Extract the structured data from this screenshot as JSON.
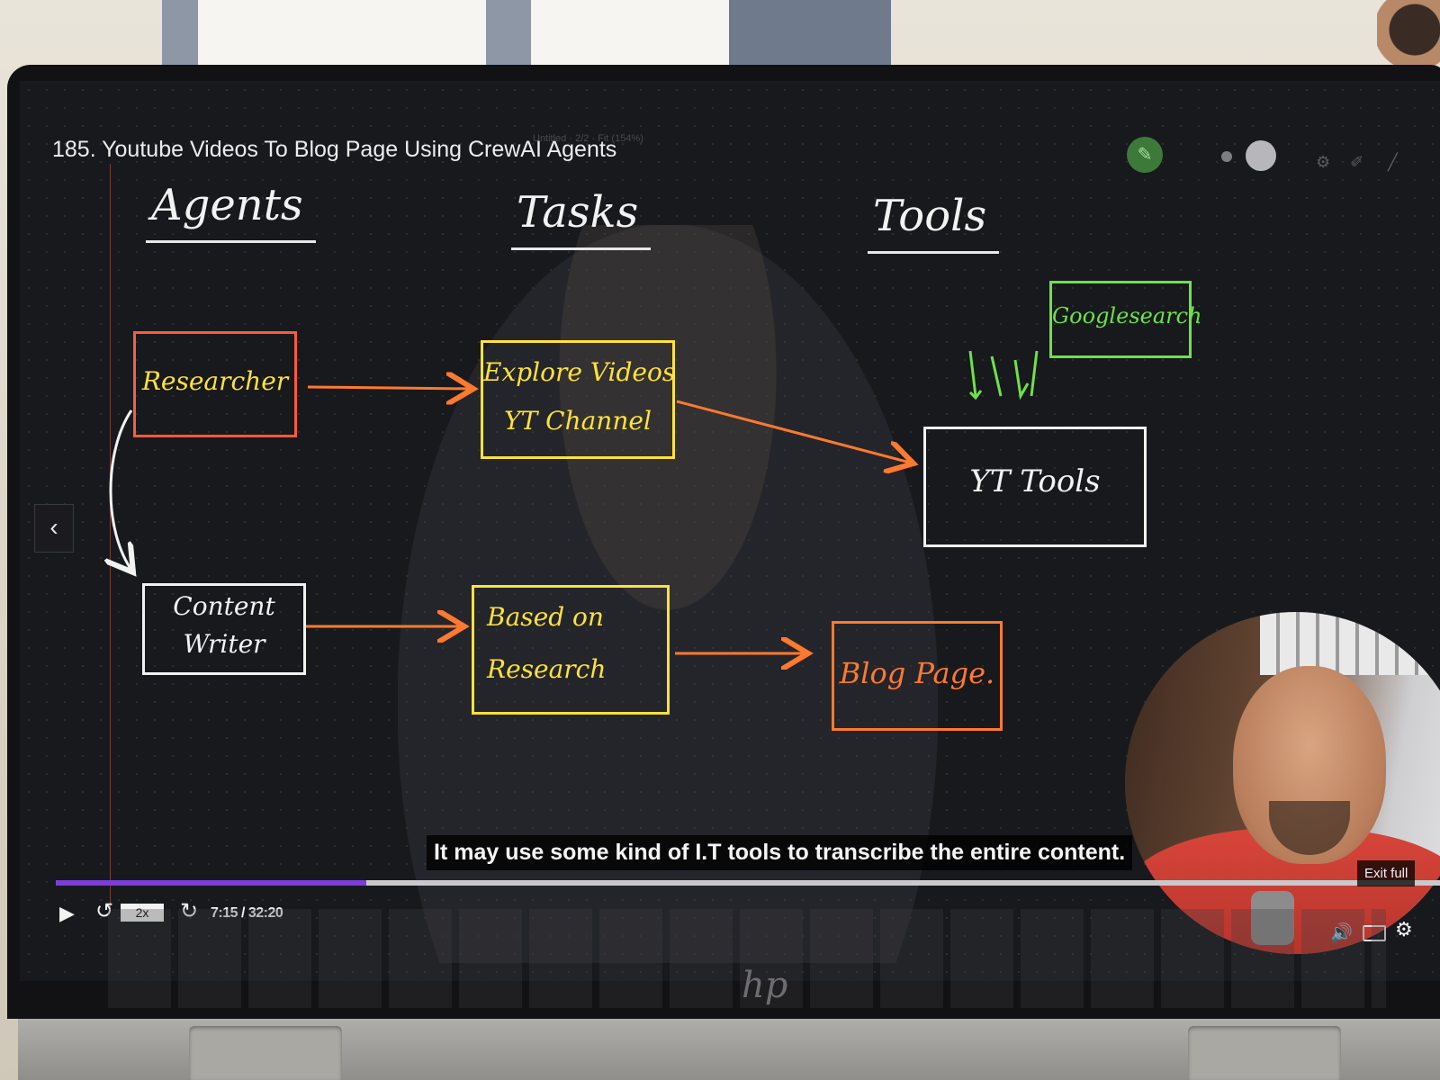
{
  "header": {
    "title": "185. Youtube Videos To Blog Page Using CrewAI Agents",
    "canvas_info": "Untitled · 2/2 · Fit (154%)",
    "pen_icon": "pen-icon",
    "settings_icon": "settings-icon"
  },
  "columns": {
    "agents": "Agents",
    "tasks": "Tasks",
    "tools": "Tools"
  },
  "boxes": {
    "researcher": "Researcher",
    "explore_line1": "Explore Videos",
    "explore_line2": "YT Channel",
    "yt_tools": "YT Tools",
    "google_search": "Googlesearch",
    "content_writer_line1": "Content",
    "content_writer_line2": "Writer",
    "based_line1": "Based on",
    "based_line2": "Research",
    "blog_page": "Blog Page."
  },
  "colors": {
    "red": "#ff5a3c",
    "yellow": "#ffe23a",
    "white": "#f2f2f2",
    "green": "#6de24a",
    "orange": "#ff7a2e",
    "progress": "#7b3fd8"
  },
  "player": {
    "subtitle": "It may use some kind of I.T tools to transcribe the entire content.",
    "speed": "2x",
    "time": "7:15 / 32:20",
    "progress_fraction": 0.224,
    "exit_fullscreen": "Exit full",
    "play_icon": "play-icon",
    "rewind_icon": "rewind-icon",
    "forward_icon": "forward-icon",
    "volume_icon": "volume-icon",
    "captions_icon": "captions-icon",
    "gear_icon": "gear-icon"
  },
  "device": {
    "logo": "hp"
  }
}
